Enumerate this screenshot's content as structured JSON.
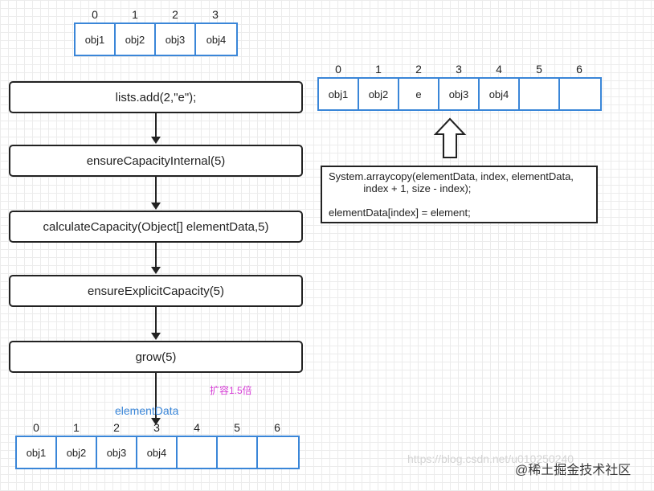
{
  "top_array": {
    "indices": [
      "0",
      "1",
      "2",
      "3"
    ],
    "cells": [
      "obj1",
      "obj2",
      "obj3",
      "obj4"
    ]
  },
  "steps": [
    "lists.add(2,\"e\");",
    "ensureCapacityInternal(5)",
    "calculateCapacity(Object[] elementData,5)",
    "ensureExplicitCapacity(5)",
    "grow(5)"
  ],
  "right_array": {
    "indices": [
      "0",
      "1",
      "2",
      "3",
      "4",
      "5",
      "6"
    ],
    "cells": [
      "obj1",
      "obj2",
      "e",
      "obj3",
      "obj4",
      "",
      ""
    ]
  },
  "code": {
    "line1": "System.arraycopy(elementData, index, elementData,",
    "line2": "            index + 1, size - index);",
    "line3": "elementData[index] = element;"
  },
  "expand_label": "扩容1.5倍",
  "element_data_label": "elementData",
  "bottom_array": {
    "indices": [
      "0",
      "1",
      "2",
      "3",
      "4",
      "5",
      "6"
    ],
    "cells": [
      "obj1",
      "obj2",
      "obj3",
      "obj4",
      "",
      "",
      ""
    ]
  },
  "watermark": {
    "url": "https://blog.csdn.net/u010250240",
    "brand": "@稀土掘金技术社区"
  },
  "colors": {
    "array_border": "#3a86d8",
    "label_blue": "#3a86d8",
    "label_pink": "#d63bd6"
  }
}
